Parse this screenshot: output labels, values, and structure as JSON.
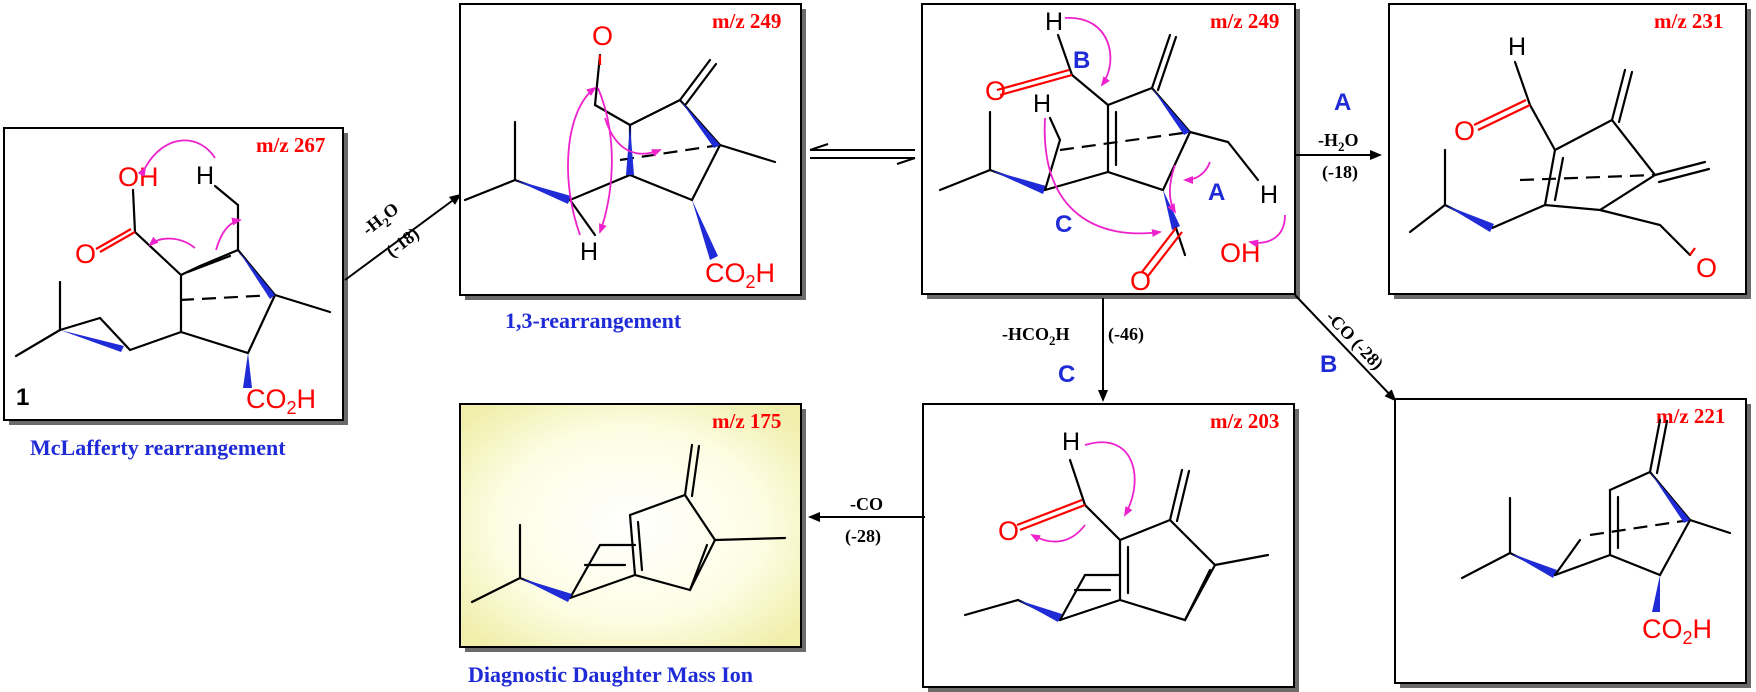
{
  "compound_label": "1",
  "boxes": [
    {
      "id": "b267",
      "mz": "m/z 267",
      "caption": "McLafferty rearrangement"
    },
    {
      "id": "b249a",
      "mz": "m/z 249",
      "caption": "1,3-rearrangement"
    },
    {
      "id": "b249b",
      "mz": "m/z 249",
      "caption": ""
    },
    {
      "id": "b231",
      "mz": "m/z 231",
      "caption": ""
    },
    {
      "id": "b221",
      "mz": "m/z 221",
      "caption": ""
    },
    {
      "id": "b203",
      "mz": "m/z 203",
      "caption": ""
    },
    {
      "id": "b175",
      "mz": "m/z 175",
      "caption": "Diagnostic Daughter Mass Ion"
    }
  ],
  "arrows": {
    "a1": {
      "line1": "-H2O",
      "line2": "(-18)"
    },
    "a2": {
      "line1": "-H2O",
      "line2": "(-18)",
      "path": "A"
    },
    "a3": {
      "line1": "-CO (-28)",
      "path": "B"
    },
    "a4": {
      "line1": "-HCO2H",
      "line2": "(-46)",
      "path": "C"
    },
    "a5": {
      "line1": "-CO",
      "line2": "(-28)"
    }
  },
  "atoms": {
    "OH": "OH",
    "O": "O",
    "H": "H",
    "CO2H": "CO2H",
    "A": "A",
    "B": "B",
    "C": "C"
  },
  "colors": {
    "mz": "#ff0000",
    "caption": "#1f2bd6",
    "wedge": "#1f2bd6",
    "curly_arrow": "#ee22cc",
    "highlight": "#fbfbd0"
  }
}
